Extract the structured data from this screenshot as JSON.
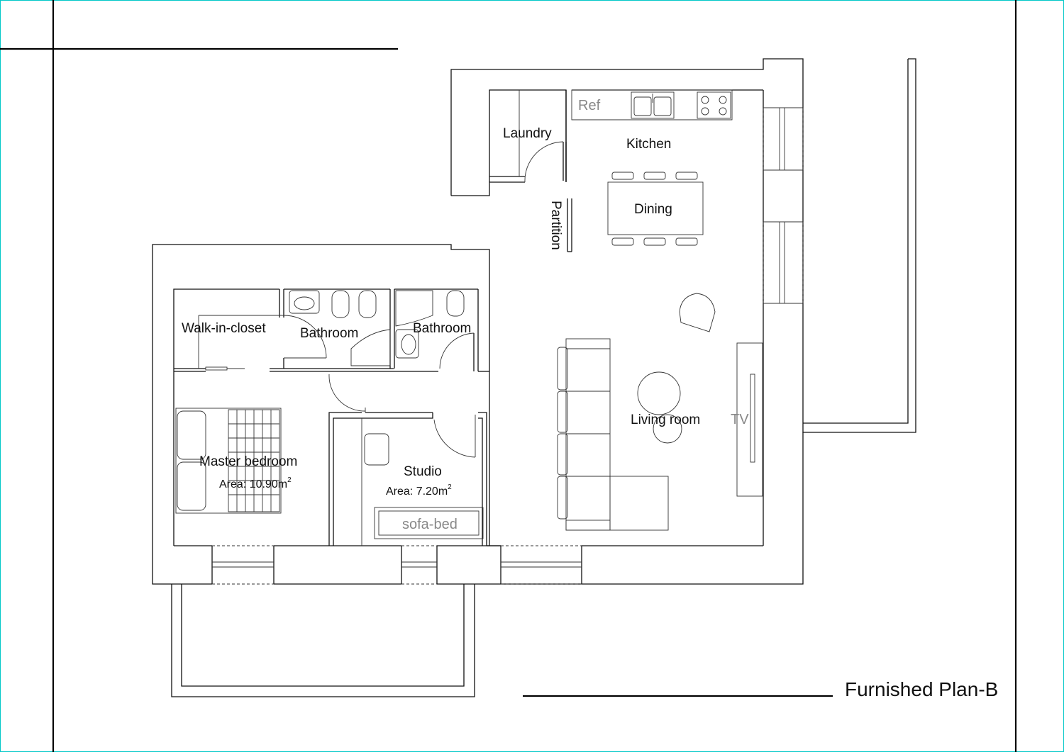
{
  "plan": {
    "title": "Furnished Plan-B"
  },
  "rooms": {
    "laundry": "Laundry",
    "kitchen": "Kitchen",
    "dining": "Dining",
    "partition": "Partition",
    "walk_in_closet": "Walk-in-closet",
    "bathroom_1": "Bathroom",
    "bathroom_2": "Bathroom",
    "living_room": "Living room",
    "master_bedroom": "Master bedroom",
    "studio": "Studio"
  },
  "areas": {
    "master_bedroom": "Area: 10.90m",
    "studio": "Area: 7.20m",
    "unit_superscript": "2"
  },
  "fixtures": {
    "ref": "Ref",
    "tv": "TV",
    "sofa_bed": "sofa-bed"
  }
}
